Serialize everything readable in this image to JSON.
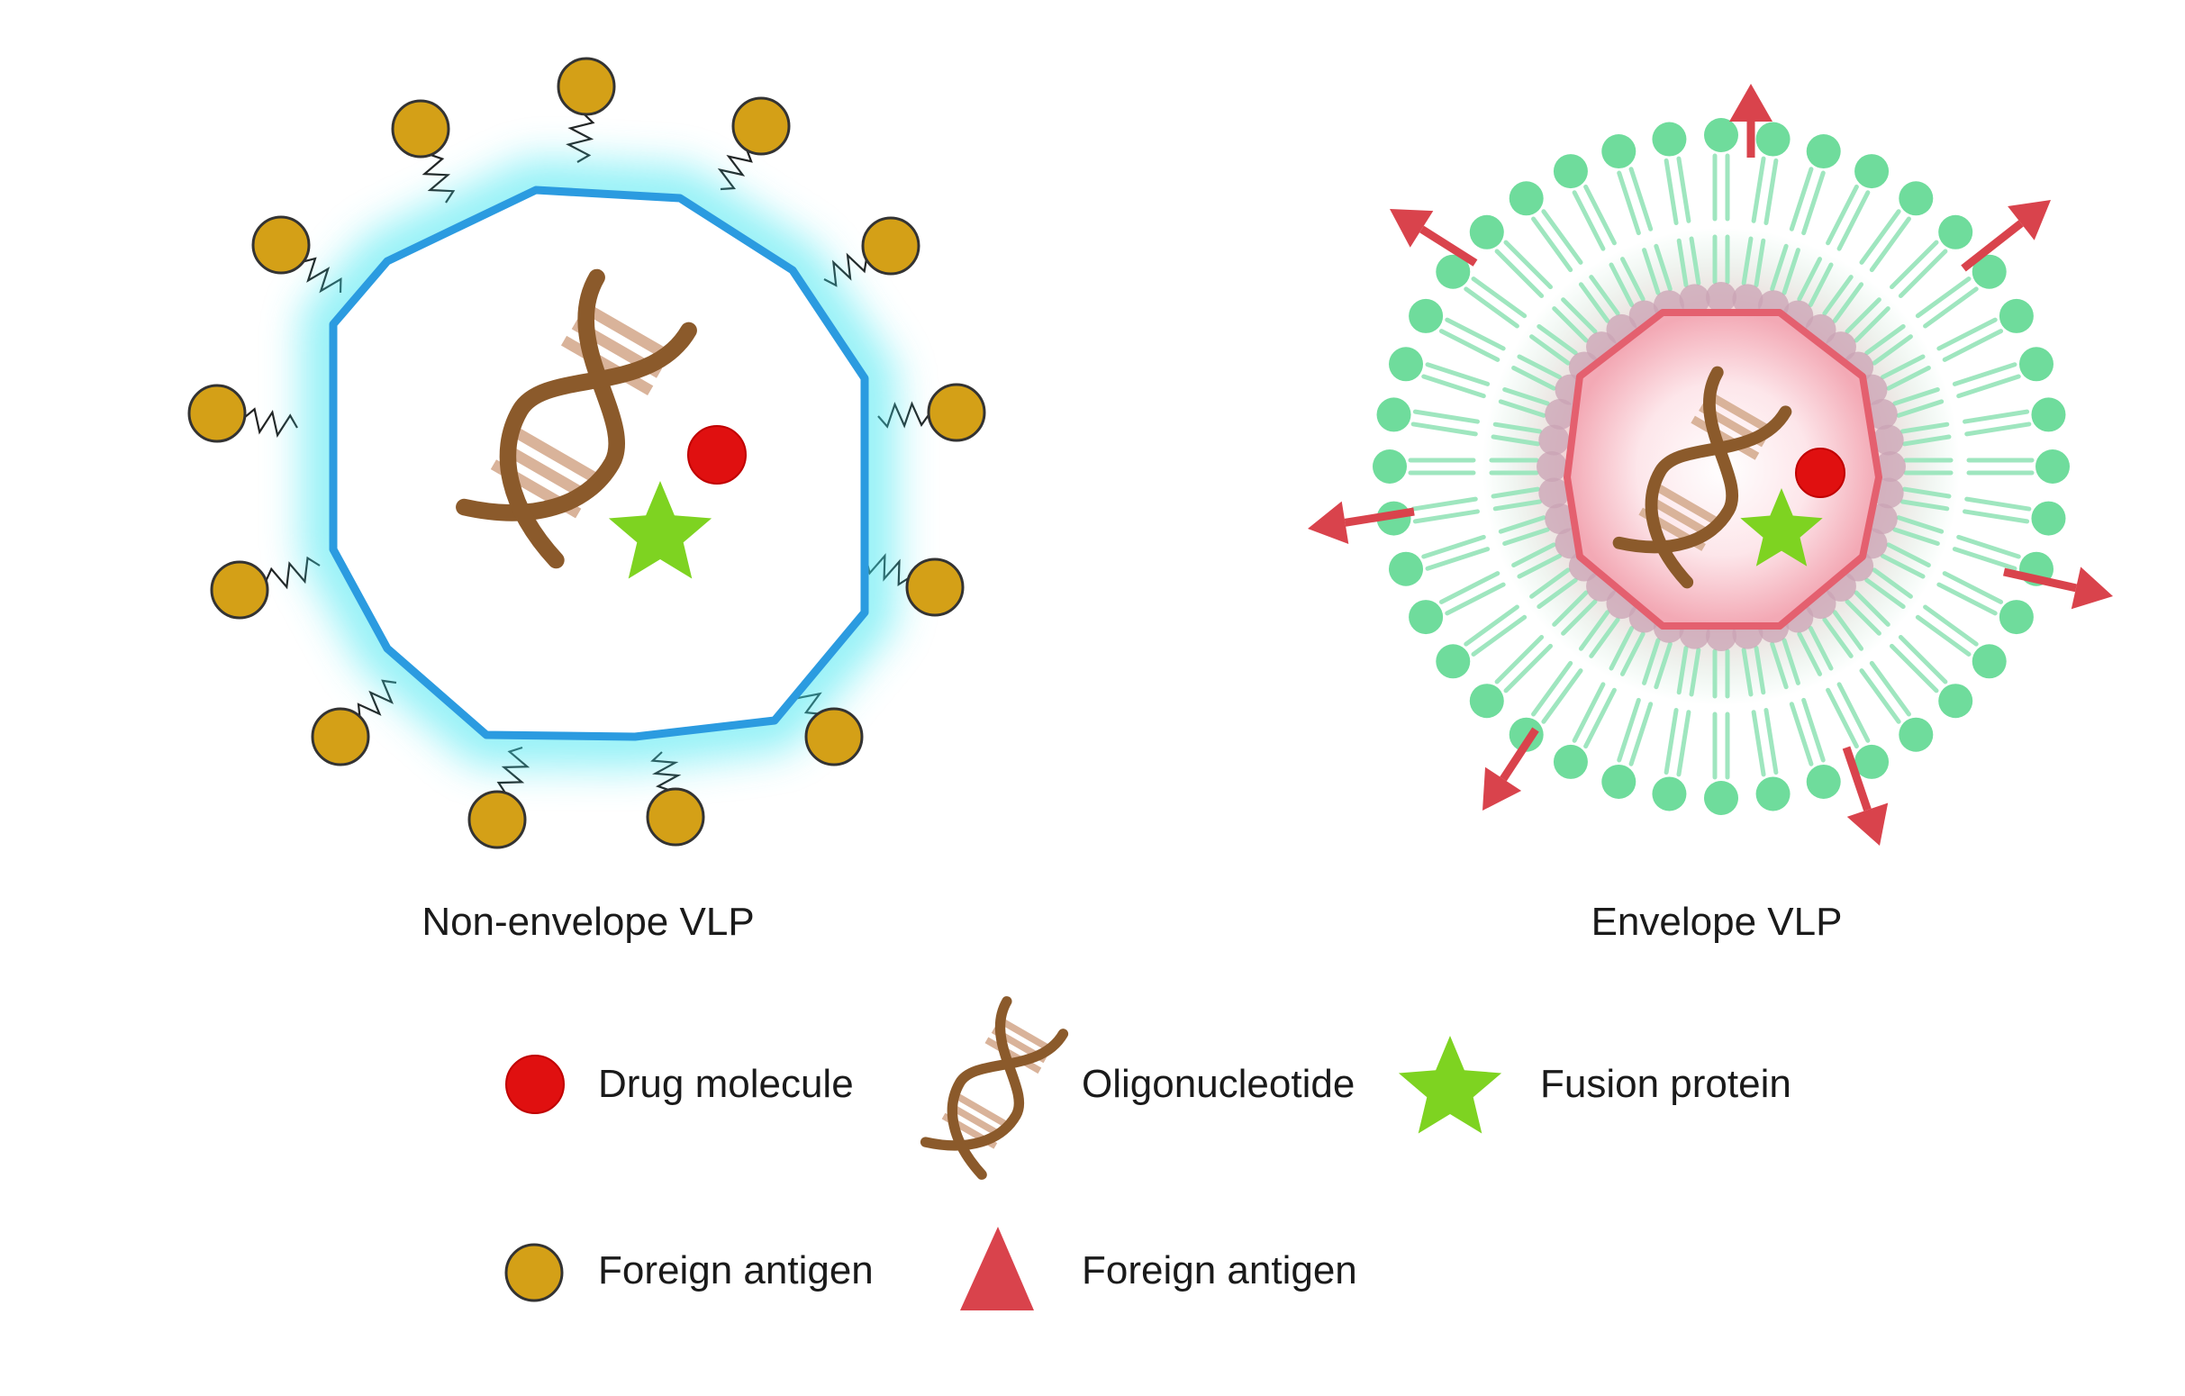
{
  "panels": {
    "non_envelope": {
      "label": "Non-envelope VLP"
    },
    "envelope": {
      "label": "Envelope VLP"
    }
  },
  "legend": {
    "drug": "Drug molecule",
    "oligo": "Oligonucleotide",
    "fusion": "Fusion protein",
    "antigen_circle": "Foreign antigen",
    "antigen_triangle": "Foreign antigen"
  },
  "colors": {
    "capsid_blue": "#2b9be0",
    "capsid_glow": "#3ee6f0",
    "antigen_gold": "#d4a017",
    "drug_red": "#e01010",
    "fusion_green": "#7ed321",
    "oligo_brown": "#8b5a2b",
    "lipid_green": "#6fdc9c",
    "envelope_pink": "#e4606f",
    "arrow_red": "#d9434c"
  }
}
